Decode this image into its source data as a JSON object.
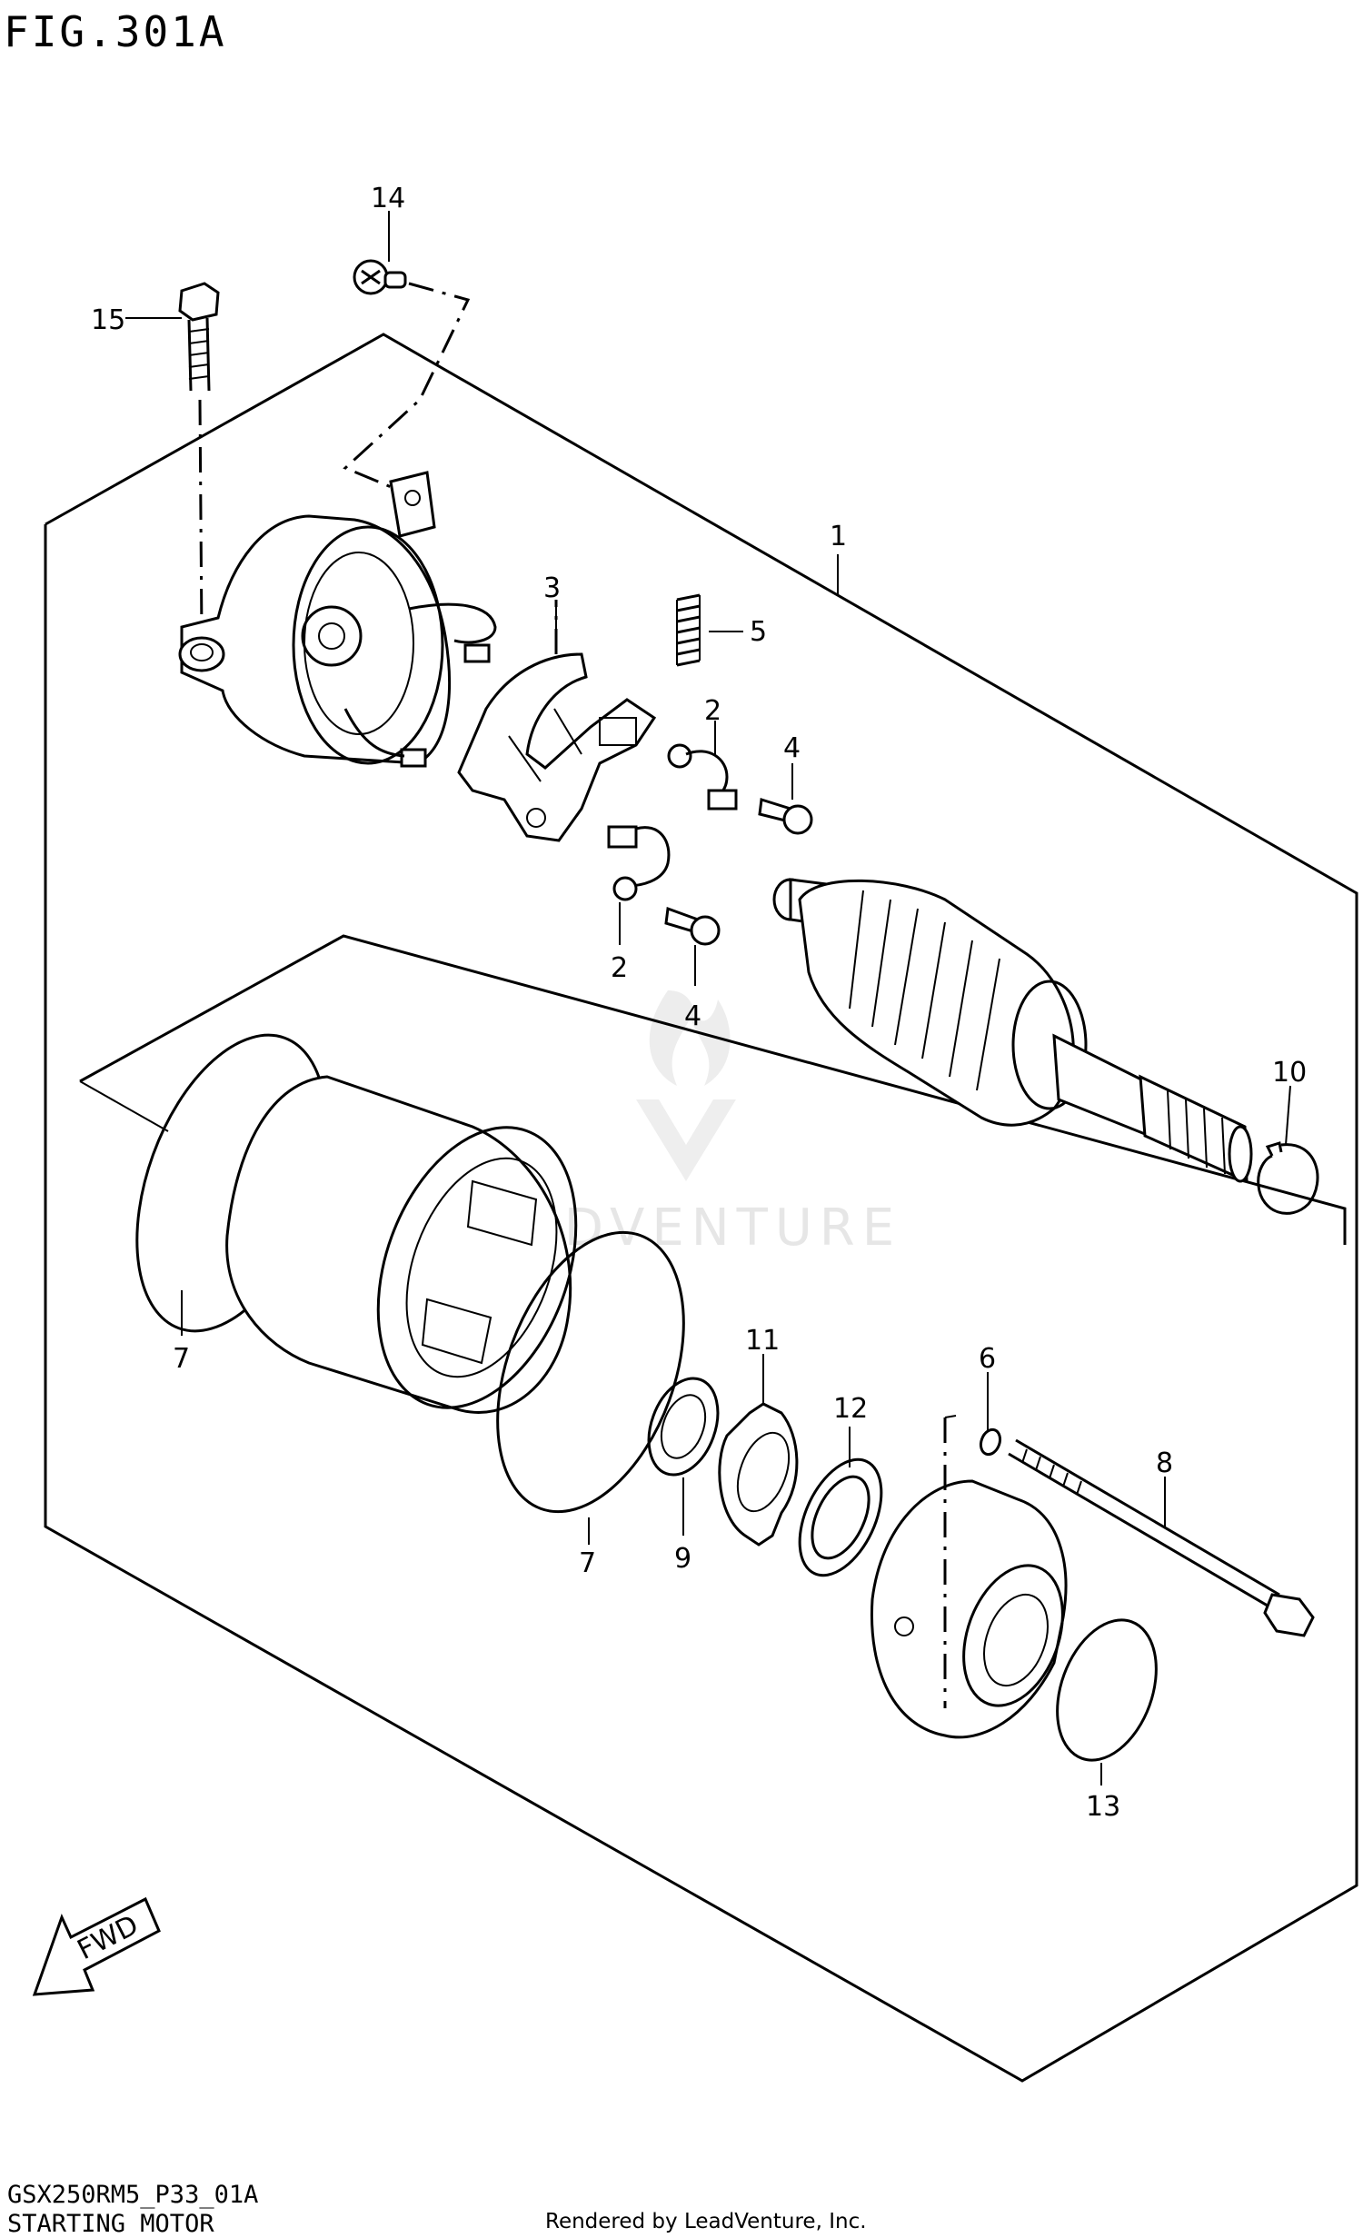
{
  "figure": {
    "title": "FIG.301A"
  },
  "footer": {
    "model_code": "GSX250RM5_P33_01A",
    "section_name": "STARTING MOTOR",
    "rendered_by": "Rendered by LeadVenture, Inc."
  },
  "watermark": {
    "text": "LEADVENTURE"
  },
  "direction_arrow": {
    "label": "FWD"
  },
  "callouts": [
    {
      "id": "c1",
      "label": "1"
    },
    {
      "id": "c2a",
      "label": "2"
    },
    {
      "id": "c2b",
      "label": "2"
    },
    {
      "id": "c3",
      "label": "3"
    },
    {
      "id": "c4a",
      "label": "4"
    },
    {
      "id": "c4b",
      "label": "4"
    },
    {
      "id": "c5",
      "label": "5"
    },
    {
      "id": "c6",
      "label": "6"
    },
    {
      "id": "c7a",
      "label": "7"
    },
    {
      "id": "c7b",
      "label": "7"
    },
    {
      "id": "c8",
      "label": "8"
    },
    {
      "id": "c9",
      "label": "9"
    },
    {
      "id": "c10",
      "label": "10"
    },
    {
      "id": "c11",
      "label": "11"
    },
    {
      "id": "c12",
      "label": "12"
    },
    {
      "id": "c13",
      "label": "13"
    },
    {
      "id": "c14",
      "label": "14"
    },
    {
      "id": "c15",
      "label": "15"
    }
  ]
}
